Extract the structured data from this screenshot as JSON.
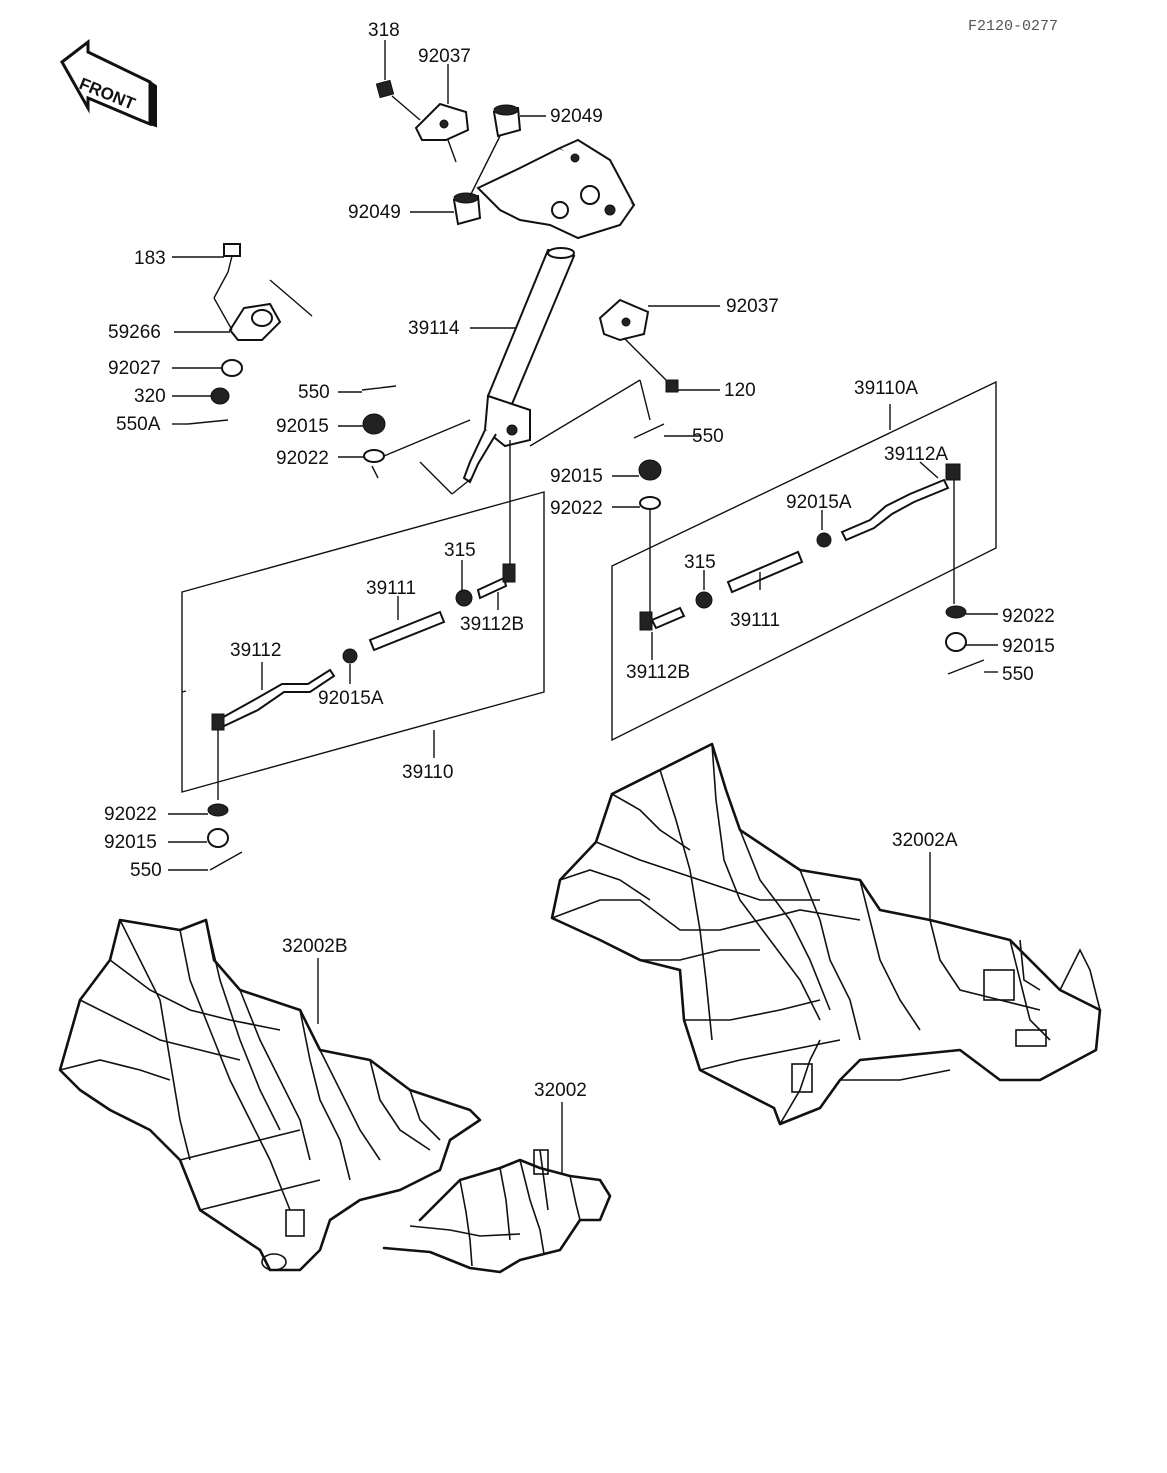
{
  "diagram_code": "F2120-0277",
  "front_label": "FRONT",
  "labels": {
    "p318": "318",
    "p92037_top": "92037",
    "p92049_top": "92049",
    "p92049_mid": "92049",
    "p183": "183",
    "p59266": "59266",
    "p39114": "39114",
    "p92037_right": "92037",
    "p92027": "92027",
    "p320": "320",
    "p550A": "550A",
    "p550_left": "550",
    "p92015_left": "92015",
    "p92022_left": "92022",
    "p120": "120",
    "p39110A": "39110A",
    "p550_mid": "550",
    "p92015_mid": "92015",
    "p92022_mid": "92022",
    "p39112A": "39112A",
    "p92015A_right": "92015A",
    "p315_left": "315",
    "p39111_left": "39111",
    "p39112B_left": "39112B",
    "p315_right": "315",
    "p39111_right": "39111",
    "p92022_right": "92022",
    "p92015_right": "92015",
    "p550_right": "550",
    "p39112B_right": "39112B",
    "p39112": "39112",
    "p92015A_left": "92015A",
    "p39110": "39110",
    "p92022_bottom": "92022",
    "p92015_bottom": "92015",
    "p550_bottom": "550",
    "p32002A": "32002A",
    "p32002B": "32002B",
    "p32002": "32002"
  }
}
